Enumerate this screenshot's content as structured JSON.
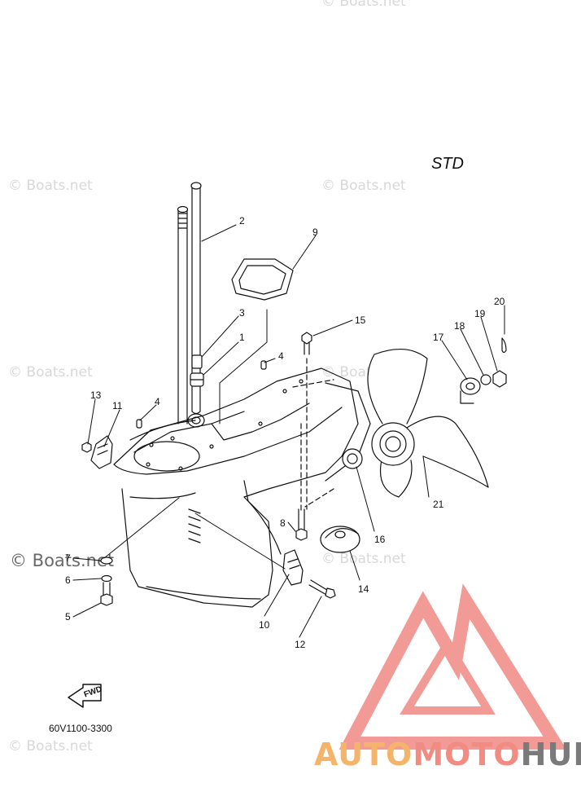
{
  "diagram": {
    "variant_label": "STD",
    "part_number": "60V1100-3300",
    "fwd_arrow_text": "FWD"
  },
  "watermark": {
    "text": "© Boats.net"
  },
  "logo": {
    "part1": "AUTO",
    "part2": "MOTO",
    "part3": "HUB",
    "color_auto": "#f4b46a",
    "color_moto": "#f28b82",
    "color_hub": "#7a7a7a"
  },
  "callouts": [
    {
      "id": "c1",
      "text": "1"
    },
    {
      "id": "c2",
      "text": "2"
    },
    {
      "id": "c3",
      "text": "3"
    },
    {
      "id": "c4a",
      "text": "4"
    },
    {
      "id": "c4b",
      "text": "4"
    },
    {
      "id": "c5",
      "text": "5"
    },
    {
      "id": "c6",
      "text": "6"
    },
    {
      "id": "c7",
      "text": "7"
    },
    {
      "id": "c8",
      "text": "8"
    },
    {
      "id": "c9",
      "text": "9"
    },
    {
      "id": "c10",
      "text": "10"
    },
    {
      "id": "c11",
      "text": "11"
    },
    {
      "id": "c12",
      "text": "12"
    },
    {
      "id": "c13",
      "text": "13"
    },
    {
      "id": "c14",
      "text": "14"
    },
    {
      "id": "c15",
      "text": "15"
    },
    {
      "id": "c16",
      "text": "16"
    },
    {
      "id": "c17",
      "text": "17"
    },
    {
      "id": "c18",
      "text": "18"
    },
    {
      "id": "c19",
      "text": "19"
    },
    {
      "id": "c20",
      "text": "20"
    },
    {
      "id": "c21",
      "text": "21"
    }
  ]
}
